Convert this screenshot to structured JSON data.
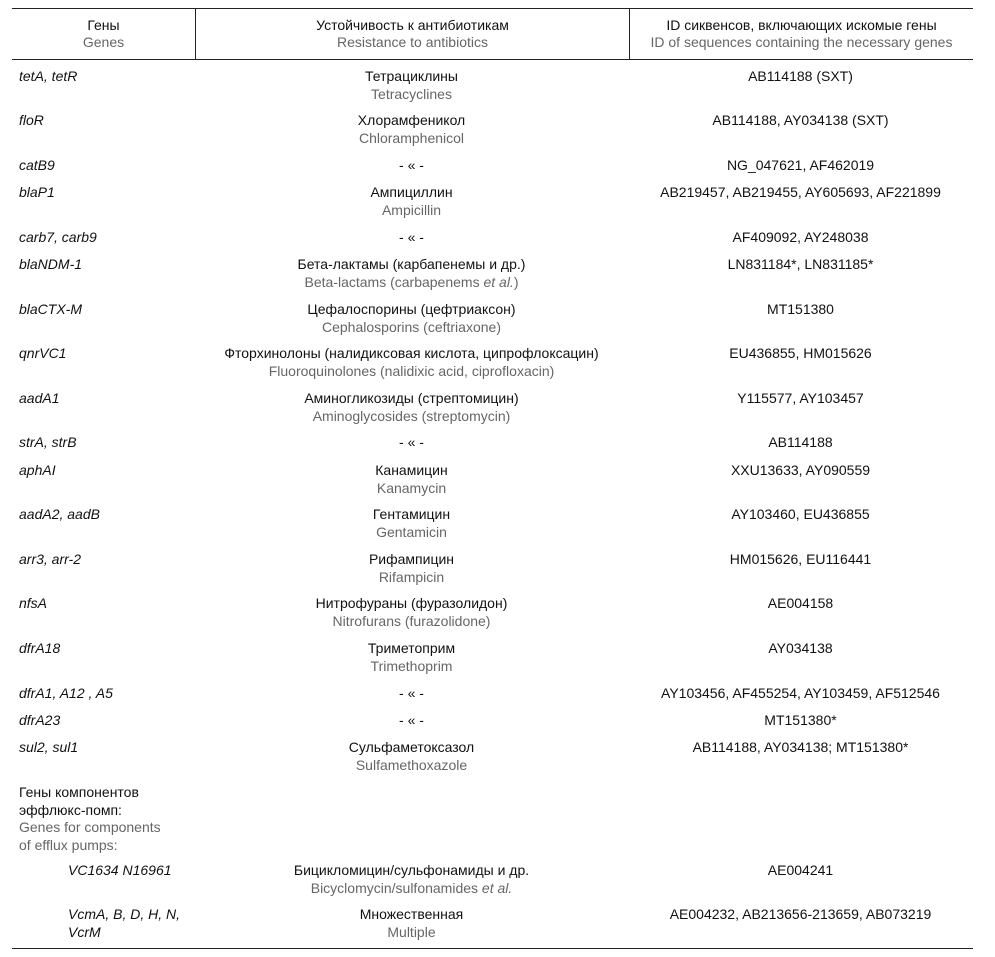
{
  "header": {
    "genes_ru": "Гены",
    "genes_en": "Genes",
    "resistance_ru": "Устойчивость к антибиотикам",
    "resistance_en": "Resistance to antibiotics",
    "ids_ru": "ID сиквенсов, включающих искомые гены",
    "ids_en": "ID of sequences containing the necessary genes"
  },
  "rows": [
    {
      "gene": "tetA, tetR",
      "res_ru": "Тетрациклины",
      "res_en": "Tetracyclines",
      "ids": "AB114188 (SXT)"
    },
    {
      "gene": "floR",
      "res_ru": "Хлорамфеникол",
      "res_en": "Chloramphenicol",
      "ids": "AB114188, AY034138 (SXT)"
    },
    {
      "gene": "catB9",
      "res_ru": "- « -",
      "res_en": "",
      "ids": "NG_047621, AF462019"
    },
    {
      "gene": "blaP1",
      "res_ru": "Ампициллин",
      "res_en": "Ampicillin",
      "ids": "AB219457, AB219455, AY605693, AF221899"
    },
    {
      "gene": "carb7, carb9",
      "res_ru": "- « -",
      "res_en": "",
      "ids": "AF409092, AY248038"
    },
    {
      "gene": "blaNDM-1",
      "res_ru": "Бета-лактамы (карбапенемы и др.)",
      "res_en_pre": "Beta-lactams (carbapenems ",
      "res_en_em": "et al.",
      "res_en_post": ")",
      "ids": "LN831184*, LN831185*"
    },
    {
      "gene": "blaCTX-M",
      "res_ru": "Цефалоспорины (цефтриаксон)",
      "res_en": "Cephalosporins (ceftriaxone)",
      "ids": "MT151380"
    },
    {
      "gene": "qnrVC1",
      "res_ru": "Фторхинолоны (налидиксовая кислота, ципрофлоксацин)",
      "res_en": "Fluoroquinolones (nalidixic acid, ciprofloxacin)",
      "ids": "EU436855, HM015626"
    },
    {
      "gene": "aadA1",
      "res_ru": "Аминогликозиды (стрептомицин)",
      "res_en": "Aminoglycosides (streptomycin)",
      "ids": "Y115577, AY103457"
    },
    {
      "gene": "strA, strB",
      "res_ru": "- « -",
      "res_en": "",
      "ids": "AB114188"
    },
    {
      "gene": "aphAI",
      "res_ru": "Канамицин",
      "res_en": "Kanamycin",
      "ids": "XXU13633, AY090559"
    },
    {
      "gene": "aadA2, aadB",
      "res_ru": "Гентамицин",
      "res_en": "Gentamicin",
      "ids": "AY103460, EU436855"
    },
    {
      "gene": "arr3, arr-2",
      "res_ru": "Рифампицин",
      "res_en": "Rifampicin",
      "ids": "HM015626, EU116441"
    },
    {
      "gene": "nfsA",
      "res_ru": "Нитрофураны (фуразолидон)",
      "res_en": "Nitrofurans (furazolidone)",
      "ids": "AE004158"
    },
    {
      "gene": "dfrA18",
      "res_ru": "Триметоприм",
      "res_en": "Trimethoprim",
      "ids": "AY034138"
    },
    {
      "gene": "dfrA1, A12 , A5",
      "res_ru": "- « -",
      "res_en": "",
      "ids": "AY103456, AF455254, AY103459, AF512546"
    },
    {
      "gene": "dfrA23",
      "res_ru": "- « -",
      "res_en": "",
      "ids": "MT151380*"
    },
    {
      "gene": "sul2, sul1",
      "res_ru": "Сульфаметоксазол",
      "res_en": "Sulfamethoxazole",
      "ids": "AB114188, AY034138; MT151380*"
    }
  ],
  "efflux": {
    "ru_line1": "Гены компонентов",
    "ru_line2": "эффлюкс-помп:",
    "en_line1": "Genes for components",
    "en_line2": "of efflux pumps:"
  },
  "efflux_rows": [
    {
      "gene": "VC1634 N16961",
      "res_ru": "Бицикломицин/сульфонамиды и др.",
      "res_en_pre": "Bicyclomycin/sulfonamides ",
      "res_en_em": "et al.",
      "ids": "AE004241"
    },
    {
      "gene_line1": "VcmA, B, D, H, N,",
      "gene_line2": "VcrM",
      "res_ru": "Множественная",
      "res_en": "Multiple",
      "ids": "AE004232, AB213656-213659, AB073219"
    }
  ]
}
